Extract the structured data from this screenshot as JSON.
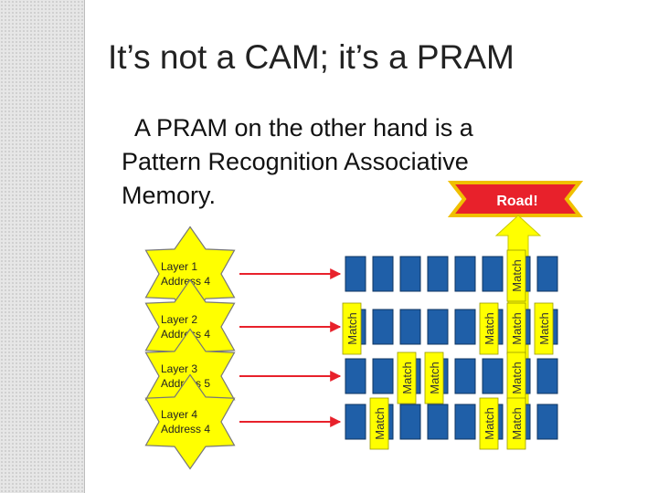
{
  "title": "It’s not a CAM; it’s a PRAM",
  "bullet": {
    "marker": "",
    "line1": "A PRAM on the other hand is a",
    "line2": "Pattern Recognition Associative",
    "line3": "Memory."
  },
  "road_sign": {
    "label": "Road!"
  },
  "layers": [
    {
      "line1": "Layer 1",
      "line2": "Address 4"
    },
    {
      "line1": "Layer 2",
      "line2": "Address 4"
    },
    {
      "line1": "Layer 3",
      "line2": "Address 5"
    },
    {
      "line1": "Layer 4",
      "line2": "Address 4"
    }
  ],
  "match_label": "Match",
  "colors": {
    "star": "#ffff00",
    "star_stroke": "#777777",
    "arrow": "#e8212b",
    "cell_fill": "#1f5fa8",
    "cell_stroke": "#0f3460",
    "match_box": "#ffff00",
    "road_sign": "#e8212b",
    "road_arrow": "#ffff00"
  }
}
